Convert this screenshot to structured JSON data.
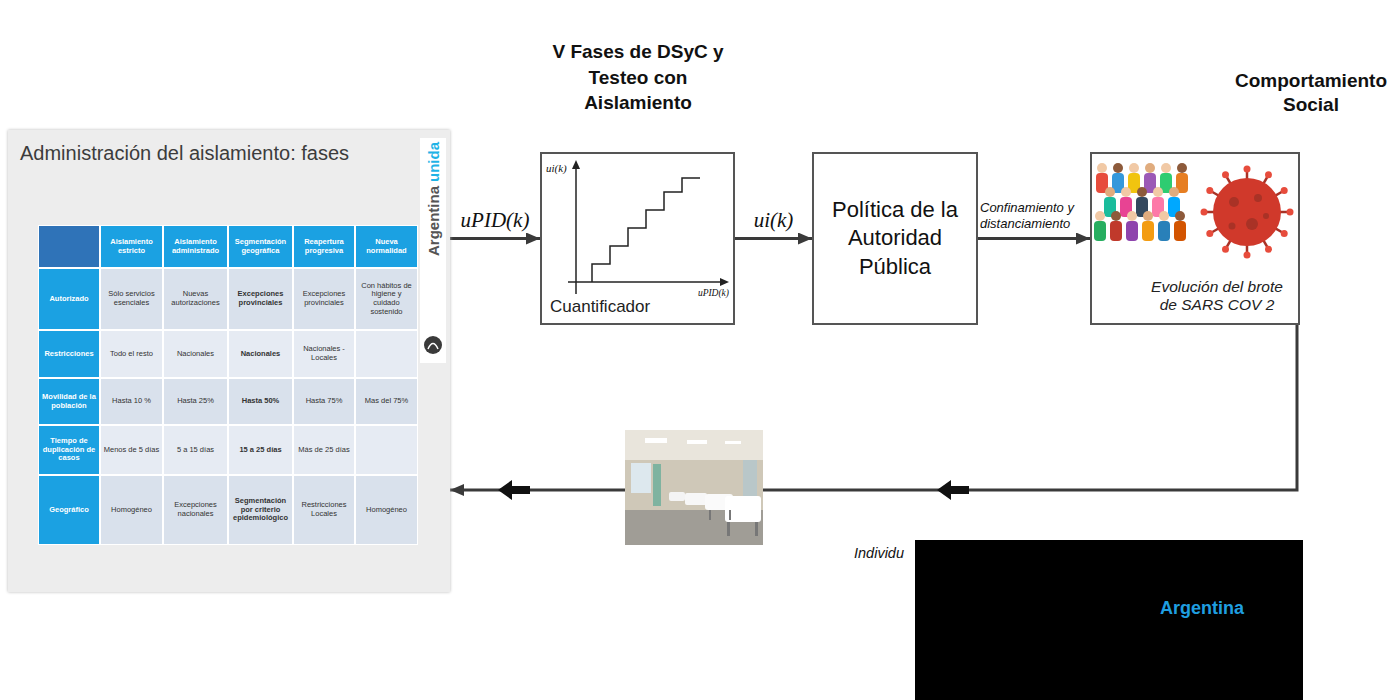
{
  "diagram": {
    "nodes": [
      {
        "text": [
          "Administración del aislamiento: fases"
        ]
      },
      {
        "text": [
          "V Fases de DSyC y Testeo con Aislamiento",
          "Cuantificador"
        ]
      },
      {
        "text": [
          "Política de la Autoridad Pública"
        ]
      },
      {
        "text": [
          "Comportamiento Social",
          "Evolución del brote de SARS COV 2"
        ]
      },
      {
        "text": [
          "Argentina"
        ]
      }
    ],
    "edges": [
      {
        "from": 0,
        "to": 1,
        "label": "uPID(k)",
        "arrow": "to"
      },
      {
        "from": 1,
        "to": 2,
        "label": "ui(k)",
        "arrow": "to"
      },
      {
        "from": 2,
        "to": 3,
        "label": "Confinamiento y distanciamiento",
        "arrow": "to"
      },
      {
        "from": 3,
        "to": 0,
        "label": "Individu",
        "arrow": "to"
      }
    ],
    "labels": [
      "Aislamiento estricto",
      "Aislamiento administrado",
      "Segmentación geográfica",
      "Reapertura progresiva",
      "Nueva normalidad",
      "Autorizado",
      "Sólo servicios esenciales",
      "Nuevas autorizaciones",
      "Excepciones provinciales",
      "Excepciones provinciales",
      "Con hábitos de higiene y cuidado sostenido",
      "Restricciones",
      "Todo el resto",
      "Nacionales",
      "Nacionales",
      "Nacionales - Locales",
      "Movilidad de la población",
      "Hasta 10 %",
      "Hasta 25%",
      "Hasta 50%",
      "Hasta 75%",
      "Mas del 75%",
      "Tiempo de duplicación de casos",
      "Menos de 5 días",
      "5 a 15 días",
      "15 a 25 días",
      "Más de 25 días",
      "Geográfico",
      "Homogéneo",
      "Excepciones nacionales",
      "Segmentación por criterio epidemiológico",
      "Restricciones Locales",
      "Homogéneo",
      "Argentina",
      "unida",
      "ui(k)",
      "uPID(k)"
    ]
  }
}
